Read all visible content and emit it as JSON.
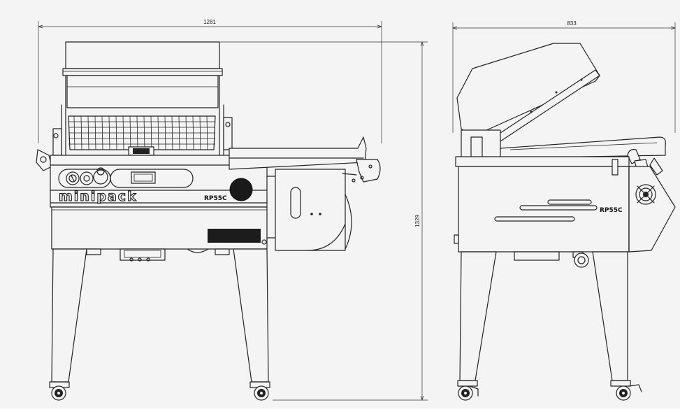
{
  "dimensions": {
    "front_width": "1281",
    "height": "1329",
    "side_depth": "833"
  },
  "labels": {
    "brand": "minipack",
    "model_front": "RP55C",
    "model_side": "RP55C"
  },
  "colors": {
    "background": "#f4f4f4",
    "line": "#222222"
  }
}
